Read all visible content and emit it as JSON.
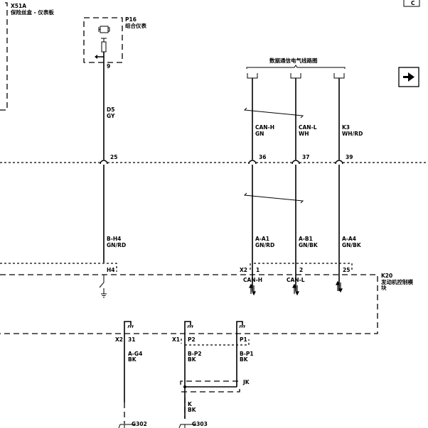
{
  "components": {
    "x51a": {
      "id": "X51A",
      "name": "保险丝盒 - 仪表板"
    },
    "p16": {
      "id": "P16",
      "name": "组合仪表",
      "pin": "9"
    },
    "k20": {
      "id": "K20",
      "name_line1": "发动机控制模",
      "name_line2": "块"
    },
    "jk": {
      "id": "JK"
    }
  },
  "page_ref": "C",
  "data_comm_label": "数据通信电气线路图",
  "wires_upper": [
    {
      "circuit": "D5",
      "color": "GY",
      "pin": "25"
    },
    {
      "circuit": "CAN-H",
      "color": "GN",
      "pin": "36"
    },
    {
      "circuit": "CAN-L",
      "color": "WH",
      "pin": "37"
    },
    {
      "circuit": "K3",
      "color": "WH/RD",
      "pin": "39"
    }
  ],
  "wires_lower": [
    {
      "circuit": "B-H4",
      "color": "GN/RD",
      "pin": "H4"
    },
    {
      "circuit": "A-A1",
      "color": "GN/RD",
      "pin": "1",
      "signal": "CAN-H"
    },
    {
      "circuit": "A-B1",
      "color": "GN/BK",
      "pin": "2",
      "signal": "CAN-L"
    },
    {
      "circuit": "A-A4",
      "color": "GN/BK",
      "pin": "25"
    }
  ],
  "connector_x2": "X2",
  "ground_wires": [
    {
      "connector": "X2",
      "pin": "31",
      "circuit": "A-G4",
      "color": "BK",
      "ground": "G302"
    },
    {
      "connector": "X1",
      "pin": "P2",
      "circuit": "B-P2",
      "color": "BK"
    },
    {
      "pin": "P1",
      "circuit": "B-P1",
      "color": "BK"
    }
  ],
  "splice_wire": {
    "circuit": "K",
    "color": "BK",
    "ground": "G303"
  },
  "icons": {
    "engine": "check-engine-icon",
    "next": "arrow-right-icon"
  }
}
